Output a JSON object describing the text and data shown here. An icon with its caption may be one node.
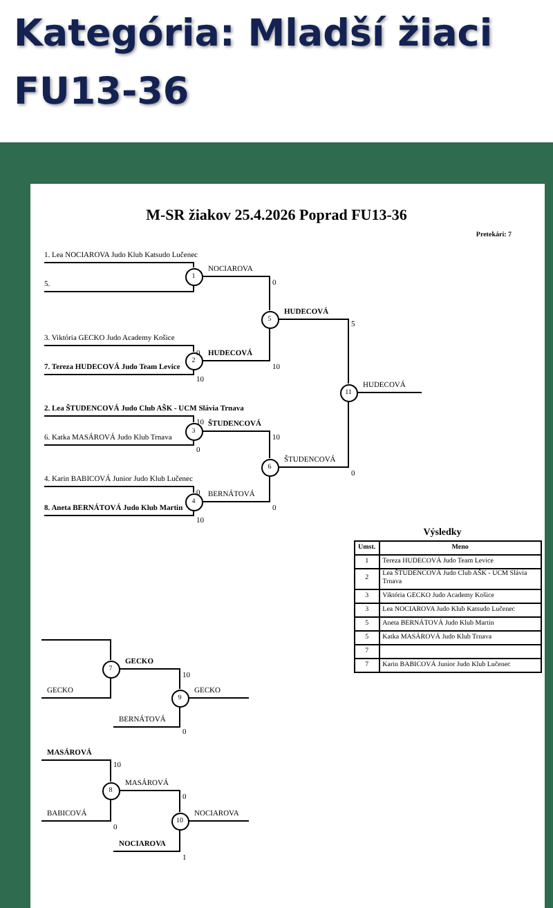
{
  "diagram": {
    "title": "Kategória: Mladší žiaci FU13-36",
    "nodes": [
      {
        "text": [
          "1. Lea NOCIAROVA Judo Klub Katsudo Lučenec"
        ]
      },
      {
        "text": [
          "5."
        ]
      },
      {
        "text": [
          "3. Viktória GECKO Judo Academy Košice"
        ]
      },
      {
        "text": [
          "7. Tereza HUDECOVÁ Judo Team Levice"
        ]
      },
      {
        "text": [
          "2. Lea ŠTUDENCOVÁ Judo Club AŠK - UCM Slávia Trnava"
        ]
      },
      {
        "text": [
          "6. Katka MASÁROVÁ Judo Klub Trnava"
        ]
      },
      {
        "text": [
          "4. Karin BABICOVÁ Junior Judo Klub Lučenec"
        ]
      },
      {
        "text": [
          "8. Aneta BERNÁTOVÁ Judo Klub Martin"
        ]
      },
      {
        "text": [
          "1"
        ]
      },
      {
        "text": [
          "2"
        ]
      },
      {
        "text": [
          "3"
        ]
      },
      {
        "text": [
          "4"
        ]
      },
      {
        "text": [
          "5"
        ]
      },
      {
        "text": [
          "6"
        ]
      },
      {
        "text": [
          "11"
        ]
      },
      {
        "text": [
          "7"
        ]
      },
      {
        "text": [
          "9"
        ]
      },
      {
        "text": [
          "8"
        ]
      },
      {
        "text": [
          "10"
        ]
      }
    ],
    "edges": [
      {
        "from": 0,
        "to": 8,
        "arrow": "none"
      },
      {
        "from": 1,
        "to": 8,
        "arrow": "none"
      },
      {
        "from": 2,
        "to": 9,
        "arrow": "none"
      },
      {
        "from": 3,
        "to": 9,
        "arrow": "none"
      },
      {
        "from": 4,
        "to": 10,
        "arrow": "none"
      },
      {
        "from": 5,
        "to": 10,
        "arrow": "none"
      },
      {
        "from": 6,
        "to": 11,
        "arrow": "none"
      },
      {
        "from": 7,
        "to": 11,
        "arrow": "none"
      },
      {
        "from": 8,
        "to": 12,
        "arrow": "none",
        "label": "NOCIAROVA"
      },
      {
        "from": 9,
        "to": 12,
        "arrow": "none",
        "label": "HUDECOVÁ"
      },
      {
        "from": 10,
        "to": 13,
        "arrow": "none",
        "label": "ŠTUDENCOVÁ"
      },
      {
        "from": 11,
        "to": 13,
        "arrow": "none",
        "label": "BERNÁTOVÁ"
      },
      {
        "from": 12,
        "to": 14,
        "arrow": "none",
        "label": "HUDECOVÁ"
      },
      {
        "from": 13,
        "to": 14,
        "arrow": "none",
        "label": "ŠTUDENCOVÁ"
      },
      {
        "from": 14,
        "to": null,
        "arrow": "none",
        "label": "HUDECOVÁ"
      },
      {
        "from": null,
        "to": 15,
        "arrow": "none"
      },
      {
        "from": null,
        "to": 15,
        "arrow": "none",
        "label": "GECKO"
      },
      {
        "from": 15,
        "to": 16,
        "arrow": "none",
        "label": "GECKO"
      },
      {
        "from": null,
        "to": 16,
        "arrow": "none",
        "label": "BERNÁTOVÁ"
      },
      {
        "from": 16,
        "to": null,
        "arrow": "none",
        "label": "GECKO"
      },
      {
        "from": null,
        "to": 17,
        "arrow": "none",
        "label": "MASÁROVÁ"
      },
      {
        "from": null,
        "to": 17,
        "arrow": "none",
        "label": "BABICOVÁ"
      },
      {
        "from": 17,
        "to": 18,
        "arrow": "none",
        "label": "MASÁROVÁ"
      },
      {
        "from": null,
        "to": 18,
        "arrow": "none",
        "label": "NOCIAROVA"
      },
      {
        "from": 18,
        "to": null,
        "arrow": "none",
        "label": "NOCIAROVA"
      }
    ],
    "labels": [
      "M-SR žiakov 25.4.2026 Poprad FU13-36",
      "Pretekári: 7",
      "0",
      "5",
      "0",
      "10",
      "10",
      "10",
      "10",
      "0",
      "0",
      "0",
      "0",
      "10",
      "Výsledky",
      "Umst.",
      "Meno",
      "1",
      "Tereza HUDECOVÁ Judo Team Levice",
      "2",
      "Lea ŠTUDENCOVÁ Judo Club AŠK - UCM Slávia Trnava",
      "3",
      "Viktória GECKO Judo Academy Košice",
      "3",
      "Lea NOCIAROVA Judo Klub Katsudo Lučenec",
      "5",
      "Aneta BERNÁTOVÁ Judo Klub Martin",
      "5",
      "Katka MASÁROVÁ Judo Klub Trnava",
      "7",
      "7",
      "Karin BABICOVÁ Junior Judo Klub Lučenec",
      "10",
      "0",
      "10",
      "0",
      "0",
      "1"
    ]
  }
}
